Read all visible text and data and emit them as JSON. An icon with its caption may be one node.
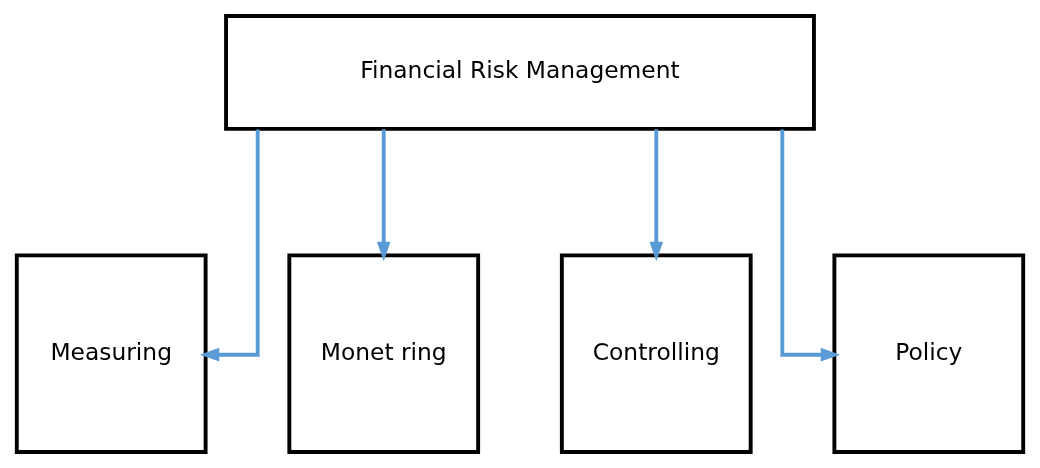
{
  "diagram": {
    "nodes": [
      {
        "text": [
          "Financial Risk Management"
        ]
      },
      {
        "text": [
          "Measuring"
        ]
      },
      {
        "text": [
          "Monet ring"
        ]
      },
      {
        "text": [
          "Controlling"
        ]
      },
      {
        "text": [
          "Policy"
        ]
      }
    ],
    "edges": [
      {
        "from": 0,
        "to": 1,
        "arrow": "to"
      },
      {
        "from": 0,
        "to": 2,
        "arrow": "to"
      },
      {
        "from": 0,
        "to": 3,
        "arrow": "to"
      },
      {
        "from": 0,
        "to": 4,
        "arrow": "to"
      }
    ]
  }
}
